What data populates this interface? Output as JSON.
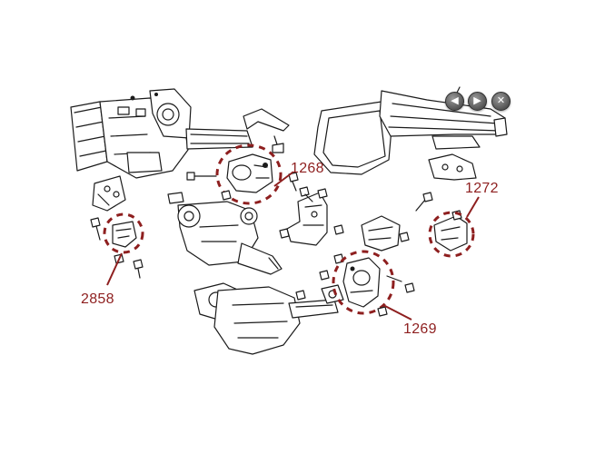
{
  "viewer": {
    "prev_icon": "arrow-left-icon",
    "next_icon": "arrow-right-icon",
    "close_icon": "close-x-icon",
    "prev_glyph": "◀",
    "next_glyph": "▶",
    "close_glyph": "✕"
  },
  "callouts": [
    {
      "id": "1268",
      "label": "1268"
    },
    {
      "id": "1272",
      "label": "1272"
    },
    {
      "id": "2858",
      "label": "2858"
    },
    {
      "id": "1269",
      "label": "1269"
    }
  ],
  "colors": {
    "callout": "#8e1f1f",
    "line_art": "#1b1b1b",
    "background": "#ffffff"
  }
}
